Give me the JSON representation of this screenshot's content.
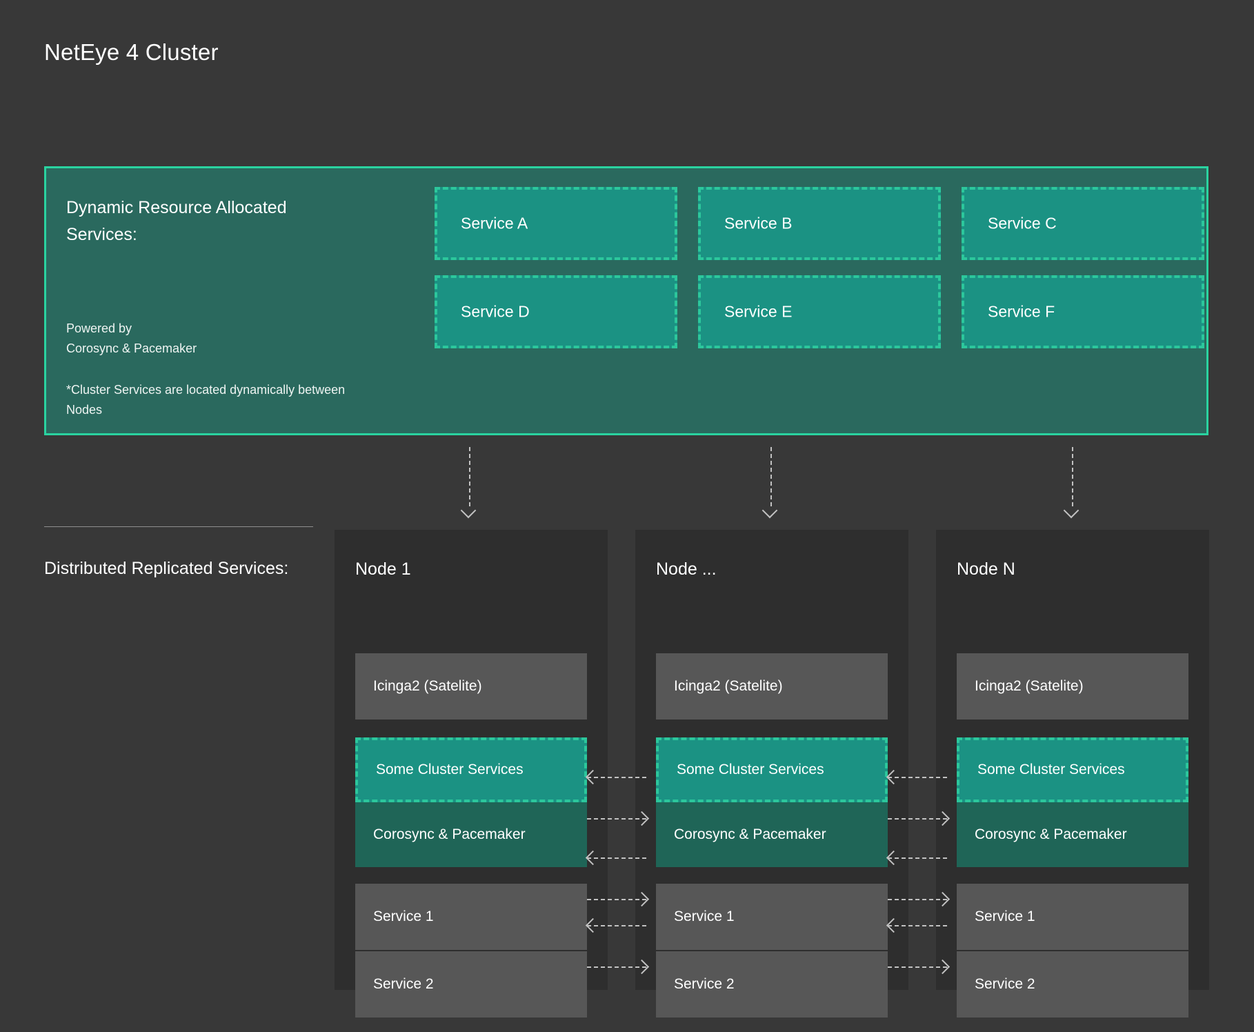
{
  "title": "NetEye 4 Cluster",
  "dynamic_panel": {
    "heading": "Dynamic Resource Allocated Services:",
    "powered_by": "Powered by\nCorosync & Pacemaker",
    "note": "*Cluster Services are located dynamically between Nodes",
    "accent_border_color": "#2ad3a0",
    "panel_fill_color": "#2a695e",
    "service_fill_color": "#1b9283",
    "service_border_color": "#2cc79c",
    "services": [
      {
        "label": "Service A"
      },
      {
        "label": "Service B"
      },
      {
        "label": "Service C"
      },
      {
        "label": "Service D"
      },
      {
        "label": "Service E"
      },
      {
        "label": "Service F"
      }
    ]
  },
  "replicated_section": {
    "heading": "Distributed Replicated Services:",
    "nodes": [
      {
        "title": "Node 1",
        "rows": [
          {
            "label": "Icinga2 (Satelite)",
            "style": "gray"
          },
          {
            "label": "Some Cluster Services",
            "style": "cluster"
          },
          {
            "label": "Corosync & Pacemaker",
            "style": "corosync"
          },
          {
            "label": "Service 1",
            "style": "gray"
          },
          {
            "label": "Service 2",
            "style": "gray"
          }
        ]
      },
      {
        "title": "Node ...",
        "rows": [
          {
            "label": "Icinga2 (Satelite)",
            "style": "gray"
          },
          {
            "label": "Some Cluster Services",
            "style": "cluster"
          },
          {
            "label": "Corosync & Pacemaker",
            "style": "corosync"
          },
          {
            "label": "Service 1",
            "style": "gray"
          },
          {
            "label": "Service 2",
            "style": "gray"
          }
        ]
      },
      {
        "title": "Node N",
        "rows": [
          {
            "label": "Icinga2 (Satelite)",
            "style": "gray"
          },
          {
            "label": "Some Cluster Services",
            "style": "cluster"
          },
          {
            "label": "Corosync & Pacemaker",
            "style": "corosync"
          },
          {
            "label": "Service 1",
            "style": "gray"
          },
          {
            "label": "Service 2",
            "style": "gray"
          }
        ]
      }
    ],
    "node_fill_color": "#2e2e2e",
    "gray_box_color": "#575757",
    "corosync_box_color": "#1f6557",
    "arrow_color": "#c2c2c2"
  },
  "background_color": "#383838"
}
